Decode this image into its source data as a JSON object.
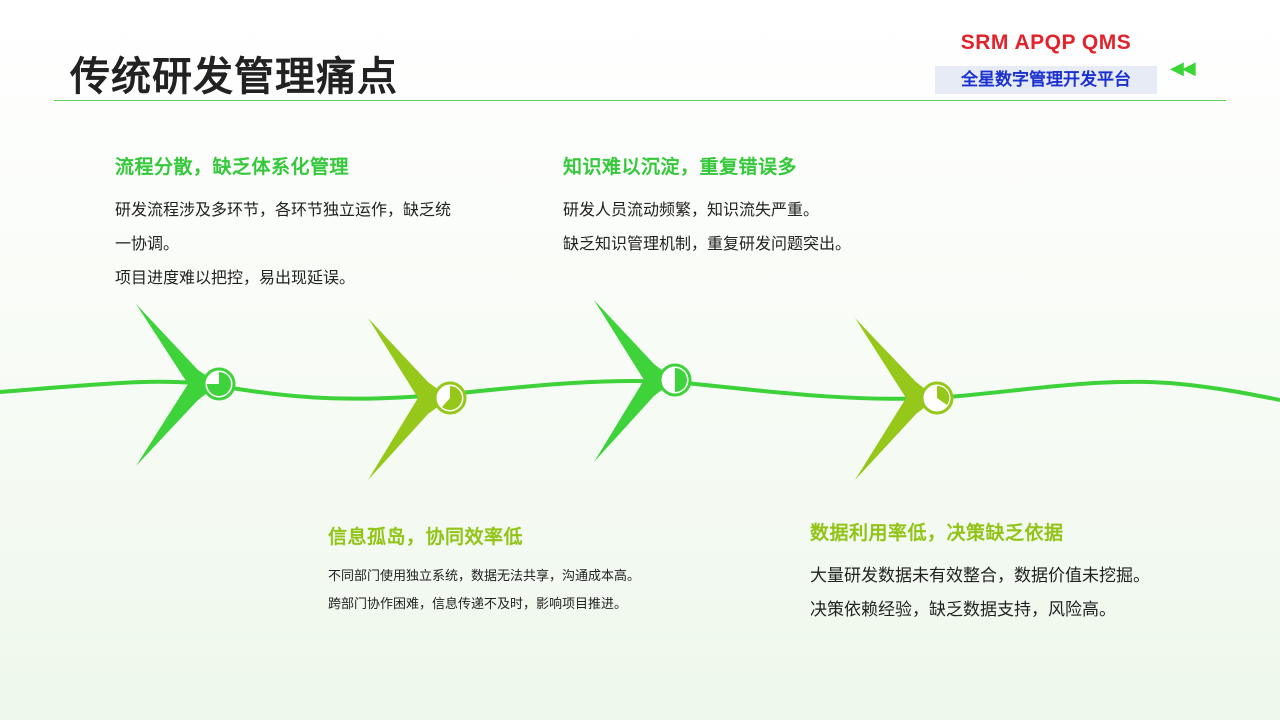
{
  "header": {
    "title": "传统研发管理痛点",
    "brand_top": "SRM  APQP  QMS",
    "brand_bottom": "全星数字管理开发平台",
    "arrows": "◀◀"
  },
  "points": [
    {
      "heading": "流程分散，缺乏体系化管理",
      "lines": [
        "研发流程涉及多环节，各环节独立运作，缺乏统",
        "一协调。",
        "项目进度难以把控，易出现延误。"
      ],
      "color": "#34c83a"
    },
    {
      "heading": "知识难以沉淀，重复错误多",
      "lines": [
        "研发人员流动频繁，知识流失严重。",
        "缺乏知识管理机制，重复研发问题突出。"
      ],
      "color": "#34c83a"
    },
    {
      "heading": "信息孤岛，协同效率低",
      "lines": [
        "不同部门使用独立系统，数据无法共享，沟通成本高。",
        "跨部门协作困难，信息传递不及时，影响项目推进。"
      ],
      "color": "#92c418"
    },
    {
      "heading": "数据利用率低，决策缺乏依据",
      "lines": [
        "大量研发数据未有效整合，数据价值未挖掘。",
        "决策依赖经验，缺乏数据支持，风险高。"
      ],
      "color": "#92c418"
    }
  ],
  "colors": {
    "accent_green": "#34c83a",
    "accent_lime": "#92c418",
    "brand_red": "#e2232b",
    "brand_blue": "#1b32d1"
  }
}
